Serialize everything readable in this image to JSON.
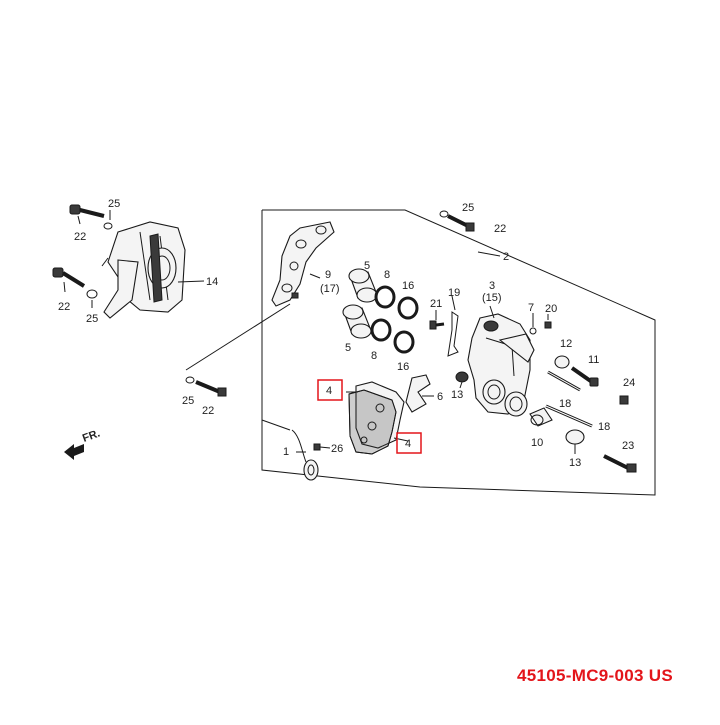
{
  "callouts": {
    "c1": "1",
    "c2": "2",
    "c3": "3",
    "c3b": "(15)",
    "c4a": "4",
    "c4b": "4",
    "c5a": "5",
    "c5b": "5",
    "c6": "6",
    "c7": "7",
    "c8a": "8",
    "c8b": "8",
    "c9": "9",
    "c9b": "(17)",
    "c10": "10",
    "c11": "11",
    "c12": "12",
    "c13a": "13",
    "c13b": "13",
    "c14": "14",
    "c16a": "16",
    "c16b": "16",
    "c18a": "18",
    "c18b": "18",
    "c19": "19",
    "c20": "20",
    "c21": "21",
    "c22a": "22",
    "c22b": "22",
    "c22c": "22",
    "c22d": "22",
    "c23": "23",
    "c24": "24",
    "c25a": "25",
    "c25b": "25",
    "c25c": "25",
    "c25d": "25",
    "c26": "26"
  },
  "fr_marker": "FR.",
  "diagram_code": "45105-MC9-003 US",
  "colors": {
    "highlight": "#e3151a",
    "ink": "#1a1a1a"
  }
}
